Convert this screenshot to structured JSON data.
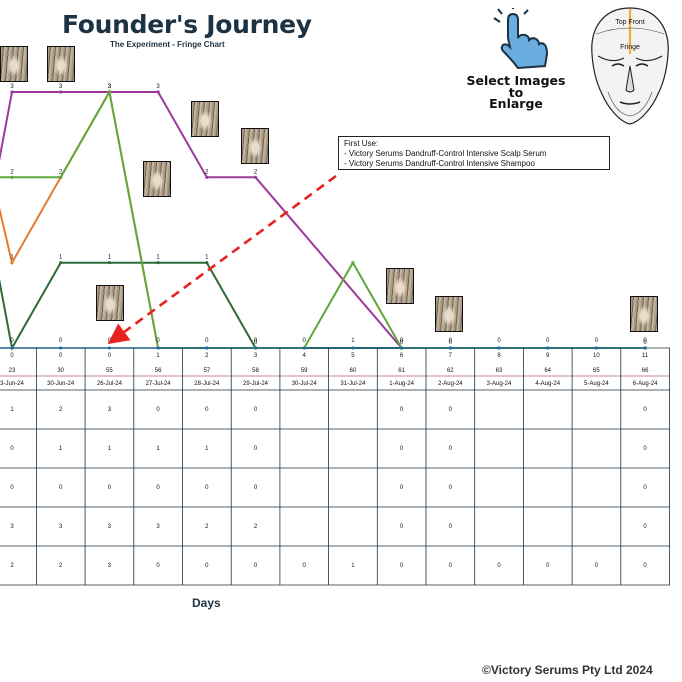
{
  "header": {
    "title": "Founder's Journey",
    "subtitle": "The Experiment - Fringe Chart"
  },
  "select": {
    "label_line1": "Select Images",
    "label_line2": "to",
    "label_line3": "Enlarge",
    "icon": "pointer-hand-icon"
  },
  "head_diagram": {
    "top_front_label": "Top Front",
    "fringe_label": "Fringe"
  },
  "callout": {
    "title": "First Use:",
    "line1": "- Victory Serums Dandruff-Control Intensive Scalp Serum",
    "line2": "- Victory Serums Dandruff-Control Intensive Shampoo",
    "arrow_color": "#e8231f"
  },
  "footer": {
    "xlabel": "Days",
    "copyright": "©Victory Serums Pty Ltd 2024"
  },
  "chart_data": {
    "type": "line",
    "x_index": [
      "0",
      "0",
      "0",
      "1",
      "2",
      "3",
      "4",
      "5",
      "6",
      "7",
      "8",
      "9",
      "10",
      "11"
    ],
    "days": [
      "23",
      "30",
      "55",
      "56",
      "57",
      "58",
      "59",
      "60",
      "61",
      "62",
      "63",
      "64",
      "65",
      "66"
    ],
    "dates": [
      "3-Jun-24",
      "30-Jun-24",
      "26-Jul-24",
      "27-Jul-24",
      "28-Jul-24",
      "29-Jul-24",
      "30-Jul-24",
      "31-Jul-24",
      "1-Aug-24",
      "2-Aug-24",
      "3-Aug-24",
      "4-Aug-24",
      "5-Aug-24",
      "6-Aug-24"
    ],
    "ylim": [
      0,
      3
    ],
    "series": [
      {
        "color": "#9b3a9b",
        "values": [
          3,
          3,
          3,
          3,
          2,
          2,
          null,
          null,
          0,
          0,
          null,
          null,
          null,
          0
        ]
      },
      {
        "color": "#e87a2d",
        "values": [
          1,
          2,
          3,
          0,
          0,
          0,
          null,
          null,
          0,
          0,
          null,
          null,
          null,
          0
        ]
      },
      {
        "color": "#2e6b3a",
        "values": [
          0,
          1,
          1,
          1,
          1,
          0,
          null,
          null,
          0,
          0,
          null,
          null,
          null,
          0
        ]
      },
      {
        "color": "#5fa83a",
        "values": [
          2,
          2,
          3,
          0,
          0,
          0,
          0,
          1,
          0,
          0,
          0,
          0,
          0,
          0
        ]
      },
      {
        "color": "#2a8fd1",
        "values": [
          0,
          0,
          0,
          0,
          0,
          0,
          0,
          0,
          0,
          0,
          0,
          0,
          0,
          0
        ]
      }
    ],
    "table_rows": [
      [
        "1",
        "2",
        "3",
        "0",
        "0",
        "0",
        "",
        "",
        "0",
        "0",
        "",
        "",
        "",
        "0"
      ],
      [
        "0",
        "1",
        "1",
        "1",
        "1",
        "0",
        "",
        "",
        "0",
        "0",
        "",
        "",
        "",
        "0"
      ],
      [
        "0",
        "0",
        "0",
        "0",
        "0",
        "0",
        "",
        "",
        "0",
        "0",
        "",
        "",
        "",
        "0"
      ],
      [
        "3",
        "3",
        "3",
        "3",
        "2",
        "2",
        "",
        "",
        "0",
        "0",
        "",
        "",
        "",
        "0"
      ],
      [
        "2",
        "2",
        "3",
        "0",
        "0",
        "0",
        "0",
        "1",
        "0",
        "0",
        "0",
        "0",
        "0",
        "0"
      ]
    ],
    "point_labels": {
      "purple": [
        "3",
        "3",
        "3",
        "3",
        "2",
        "2",
        "",
        "",
        "0",
        "0",
        "",
        "",
        "",
        "0"
      ],
      "orange_green": [
        "2",
        "2",
        "3"
      ],
      "dark_green": [
        "1",
        "1",
        "1",
        "1",
        "1",
        "0"
      ],
      "green": [
        "0",
        "0",
        "0",
        "0",
        "0",
        "0",
        "0",
        "1",
        "0",
        "0",
        "0",
        "0",
        "0",
        "0"
      ]
    }
  }
}
